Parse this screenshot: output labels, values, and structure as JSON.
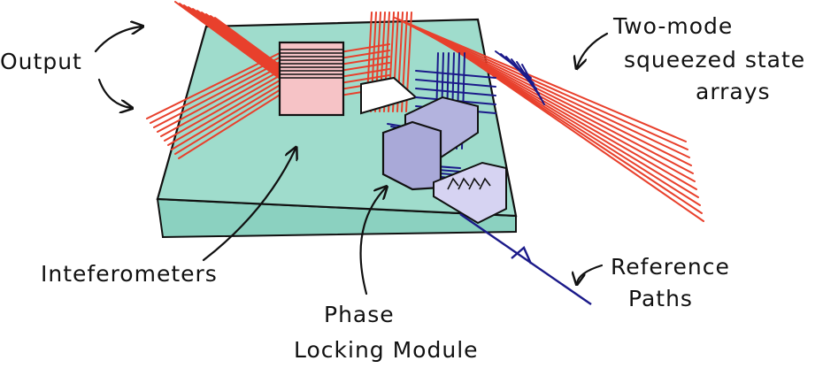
{
  "labels": {
    "output": "Output",
    "squeezed_line1": "Two-mode",
    "squeezed_line2": "squeezed state",
    "squeezed_line3": "arrays",
    "interferometers": "Inteferometers",
    "phase_line1": "Phase",
    "phase_line2": "Locking Module",
    "reference_line1": "Reference",
    "reference_line2": "Paths"
  },
  "colors": {
    "chip_top": "#9fdccc",
    "chip_edge": "#8bd1c0",
    "outline": "#111111",
    "beam_red": "#e8402c",
    "beam_blue": "#1b1a8a",
    "interferometer_fill": "#f6c3c6",
    "module_fill": "#a9a9d8",
    "module_fill_light": "#d6d3f2",
    "label_text": "#111111"
  }
}
